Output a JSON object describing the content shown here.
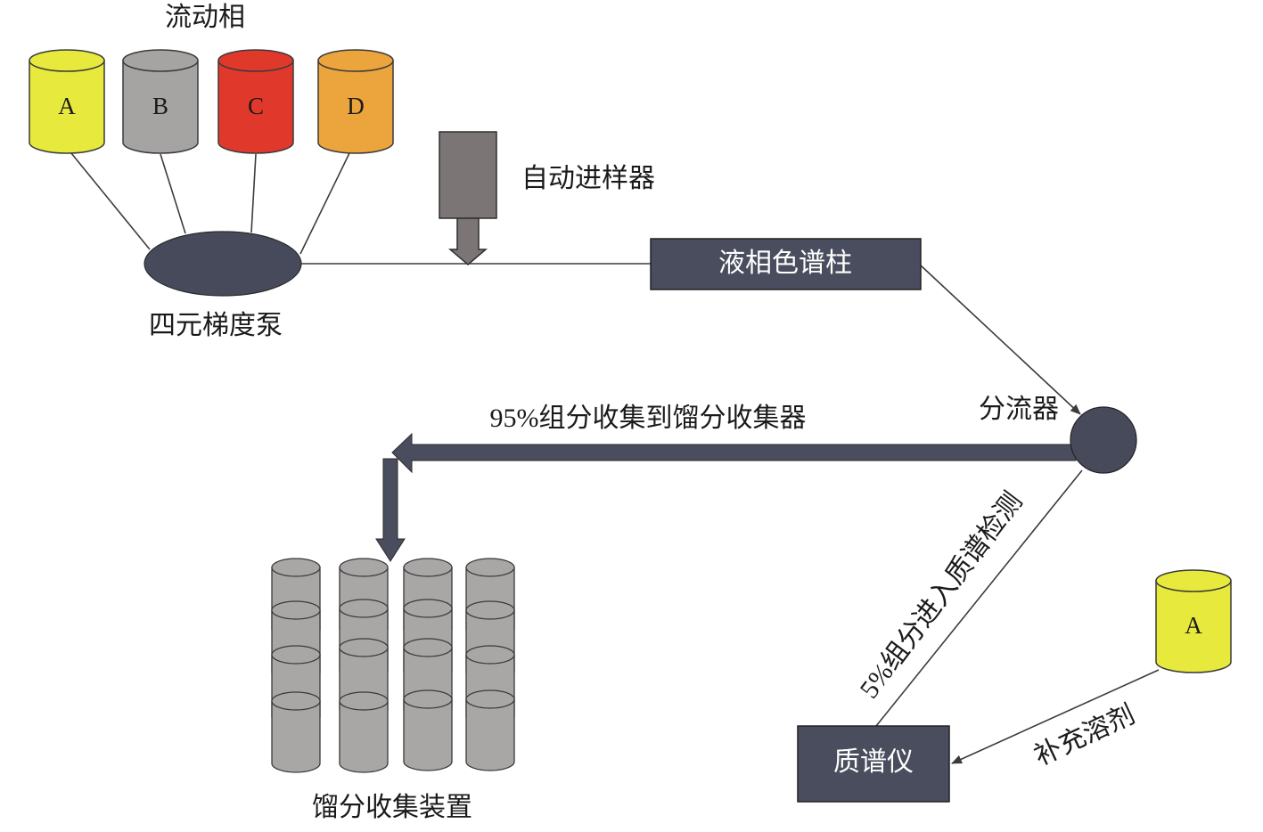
{
  "mobile_phase": {
    "title": "流动相",
    "reservoirs": [
      {
        "label": "A",
        "color": "#e7ea3c"
      },
      {
        "label": "B",
        "color": "#a6a3a3"
      },
      {
        "label": "C",
        "color": "#e0392b"
      },
      {
        "label": "D",
        "color": "#eca43c"
      }
    ]
  },
  "pump": {
    "label": "四元梯度泵",
    "color": "#474a5a"
  },
  "autosampler": {
    "label": "自动进样器",
    "color": "#7b7675"
  },
  "column": {
    "label": "液相色谱柱",
    "color": "#4a4d5d"
  },
  "splitter": {
    "label": "分流器",
    "color": "#474a5a"
  },
  "collection_path": {
    "label": "95%组分收集到馏分收集器",
    "color": "#4a4d5d"
  },
  "ms_path": {
    "label": "5%组分进入质谱检测"
  },
  "mass_spectrometer": {
    "label": "质谱仪",
    "color": "#4a4d5d"
  },
  "makeup_solvent": {
    "reservoir_label": "A",
    "color": "#e7ea3c",
    "label": "补充溶剂"
  },
  "fraction_collector": {
    "label": "馏分收集装置",
    "tube_color": "#a9a6a6"
  }
}
